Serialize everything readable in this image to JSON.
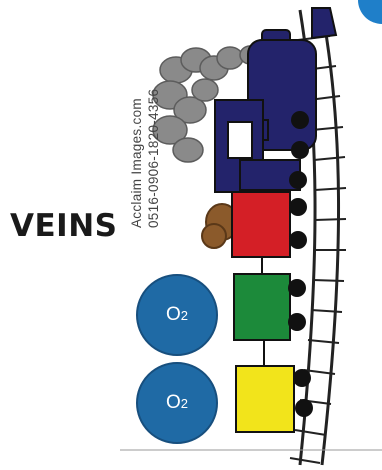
{
  "heading": "VEINS",
  "credit": {
    "line1": "Acclaim Images.com",
    "line2": "0516-0906-1820-4356"
  },
  "badges": [
    {
      "base": "O",
      "sub": "2"
    },
    {
      "base": "O",
      "sub": "2"
    }
  ],
  "colors": {
    "badge": "#1f6aa5",
    "locomotive": "#23236b",
    "car_red": "#d41f26",
    "car_green": "#1c8a3a",
    "car_yellow": "#f2e41b",
    "cargo": "#8b5a2b",
    "corner_accent": "#1f7fc9"
  }
}
